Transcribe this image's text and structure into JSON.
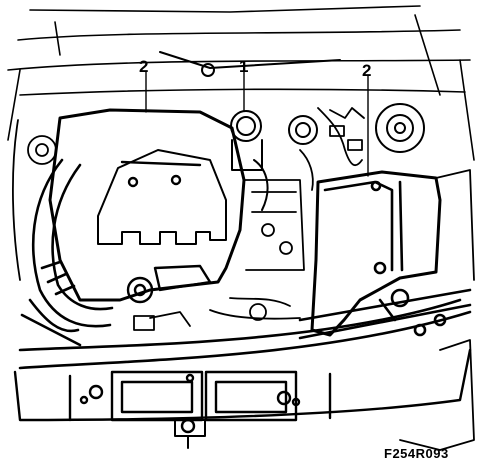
{
  "callouts": [
    {
      "id": "c2a",
      "label": "2"
    },
    {
      "id": "c1",
      "label": "1"
    },
    {
      "id": "c2b",
      "label": "2"
    }
  ],
  "figure_id": "F254R093"
}
